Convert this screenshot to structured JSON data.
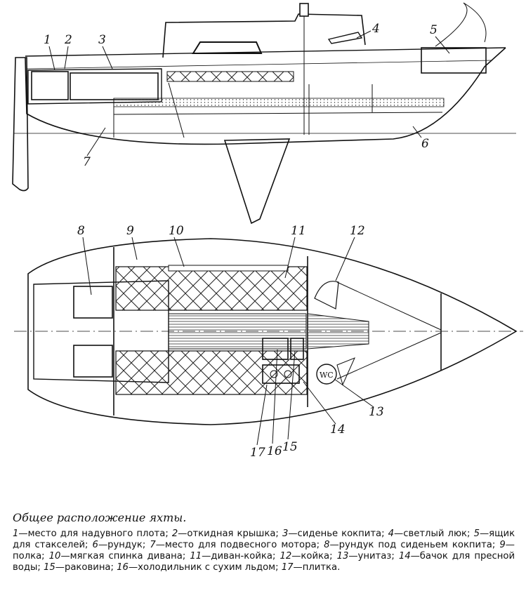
{
  "figure": {
    "title": "Общее расположение яхты.",
    "callouts": [
      "1",
      "2",
      "3",
      "4",
      "5",
      "6",
      "7",
      "8",
      "9",
      "10",
      "11",
      "12",
      "13",
      "14",
      "15",
      "16",
      "17"
    ],
    "wc_label": "WC"
  },
  "legend": [
    {
      "num": "1",
      "text": "место для надувного плота"
    },
    {
      "num": "2",
      "text": "откидная крышка"
    },
    {
      "num": "3",
      "text": "сиденье кокпита"
    },
    {
      "num": "4",
      "text": "светлый люк"
    },
    {
      "num": "5",
      "text": "ящик для стакселей"
    },
    {
      "num": "6",
      "text": "рундук"
    },
    {
      "num": "7",
      "text": "место для подвесного мотора"
    },
    {
      "num": "8",
      "text": "рундук под сиденьем кокпита"
    },
    {
      "num": "9",
      "text": "полка"
    },
    {
      "num": "10",
      "text": "мягкая спинка дивана"
    },
    {
      "num": "11",
      "text": "диван-койка"
    },
    {
      "num": "12",
      "text": "койка"
    },
    {
      "num": "13",
      "text": "унитаз"
    },
    {
      "num": "14",
      "text": "бачок для пресной воды"
    },
    {
      "num": "15",
      "text": "раковина"
    },
    {
      "num": "16",
      "text": "холодильник с сухим льдом"
    },
    {
      "num": "17",
      "text": "плитка"
    }
  ]
}
